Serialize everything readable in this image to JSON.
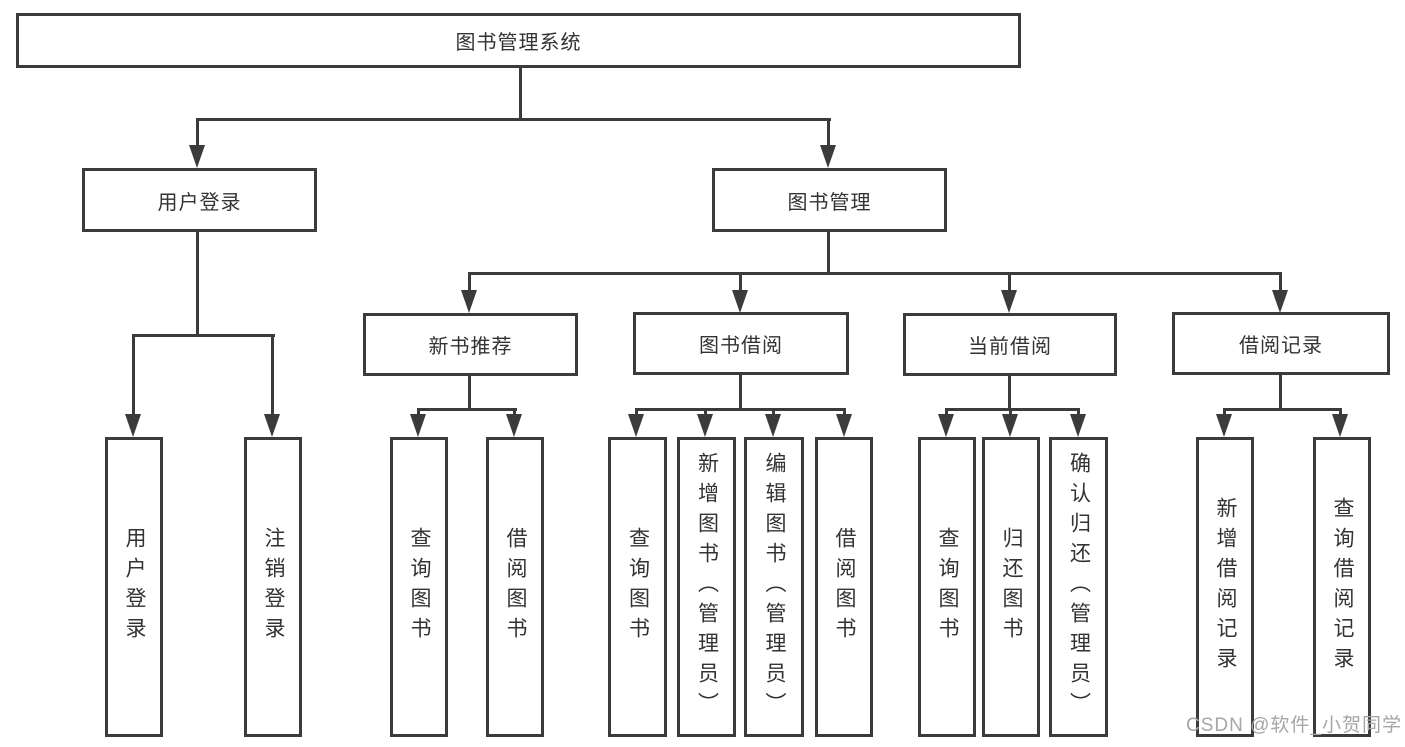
{
  "diagram_type": "hierarchy-tree",
  "colors": {
    "background": "#ffffff",
    "line": "#3a3b3d",
    "box_border": "#3a3b3d",
    "text": "#333333",
    "watermark_text": "#a6a6a6"
  },
  "tree": {
    "root": {
      "label": "图书管理系统",
      "children": [
        {
          "label": "用户登录",
          "children": [
            {
              "label": "用户登录"
            },
            {
              "label": "注销登录"
            }
          ]
        },
        {
          "label": "图书管理",
          "children": [
            {
              "label": "新书推荐",
              "children": [
                {
                  "label": "查询图书"
                },
                {
                  "label": "借阅图书"
                }
              ]
            },
            {
              "label": "图书借阅",
              "children": [
                {
                  "label": "查询图书"
                },
                {
                  "label": "新增图书（管理员）"
                },
                {
                  "label": "编辑图书（管理员）"
                },
                {
                  "label": "借阅图书"
                }
              ]
            },
            {
              "label": "当前借阅",
              "children": [
                {
                  "label": "查询图书"
                },
                {
                  "label": "归还图书"
                },
                {
                  "label": "确认归还（管理员）"
                }
              ]
            },
            {
              "label": "借阅记录",
              "children": [
                {
                  "label": "新增借阅记录"
                },
                {
                  "label": "查询借阅记录"
                }
              ]
            }
          ]
        }
      ]
    }
  },
  "watermark": "CSDN @软件_小贺同学"
}
